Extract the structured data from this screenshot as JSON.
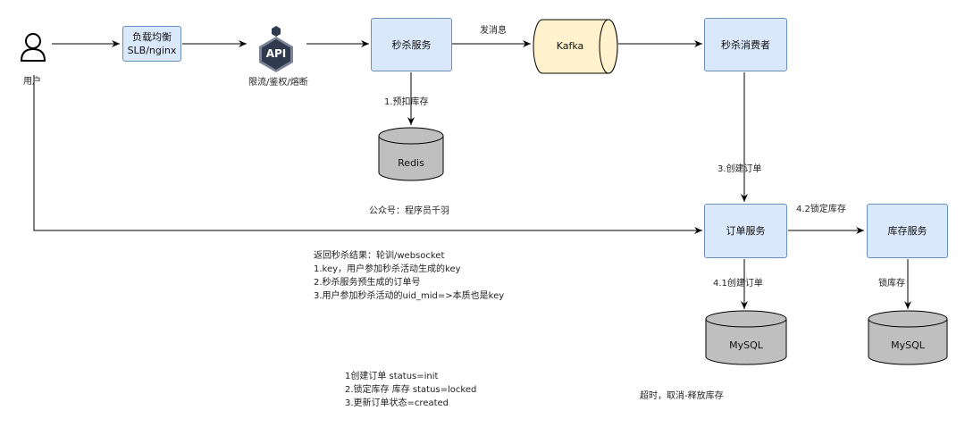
{
  "nodes": {
    "user": {
      "label": "用户",
      "icon": "user-icon"
    },
    "slb": {
      "line1": "负载均衡",
      "line2": "SLB/nginx"
    },
    "api": {
      "badge": "API",
      "caption": "限流/鉴权/熔断",
      "icon": "api-gateway-icon"
    },
    "seckill_service": {
      "label": "秒杀服务"
    },
    "kafka": {
      "label": "Kafka"
    },
    "seckill_consumer": {
      "label": "秒杀消费者"
    },
    "redis": {
      "label": "Redis"
    },
    "order_service": {
      "label": "订单服务"
    },
    "inventory_service": {
      "label": "库存服务"
    },
    "order_mysql": {
      "label": "MySQL"
    },
    "inventory_mysql": {
      "label": "MySQL"
    }
  },
  "edges": {
    "send_message": "发消息",
    "pre_deduct": "1.预扣库存",
    "create_order": "3.创建订单",
    "lock_inventory": "4.2锁定库存",
    "create_order_db": "4.1创建订单",
    "lock_stock": "锁库存"
  },
  "notes": {
    "wechat": "公众号：程序员千羽",
    "result": [
      "返回秒杀结果：轮训/websocket",
      "1.key，用户参加秒杀活动生成的key",
      "2.秒杀服务预生成的订单号",
      "3.用户参加秒杀活动的uid_mid=>本质也是key"
    ],
    "status": [
      "1创建订单 status=init",
      "2.锁定库存 库存 status=locked",
      "3.更新订单状态=created"
    ],
    "timeout": "超时，取消-释放库存"
  },
  "colors": {
    "box_fill": "#dae8fc",
    "box_stroke": "#6c8ebf",
    "kafka_fill": "#fff2cc",
    "kafka_stroke": "#d6b656",
    "db_fill": "#bfbfbf",
    "arrow": "#000000",
    "api_badge": "#2f3a4f"
  }
}
